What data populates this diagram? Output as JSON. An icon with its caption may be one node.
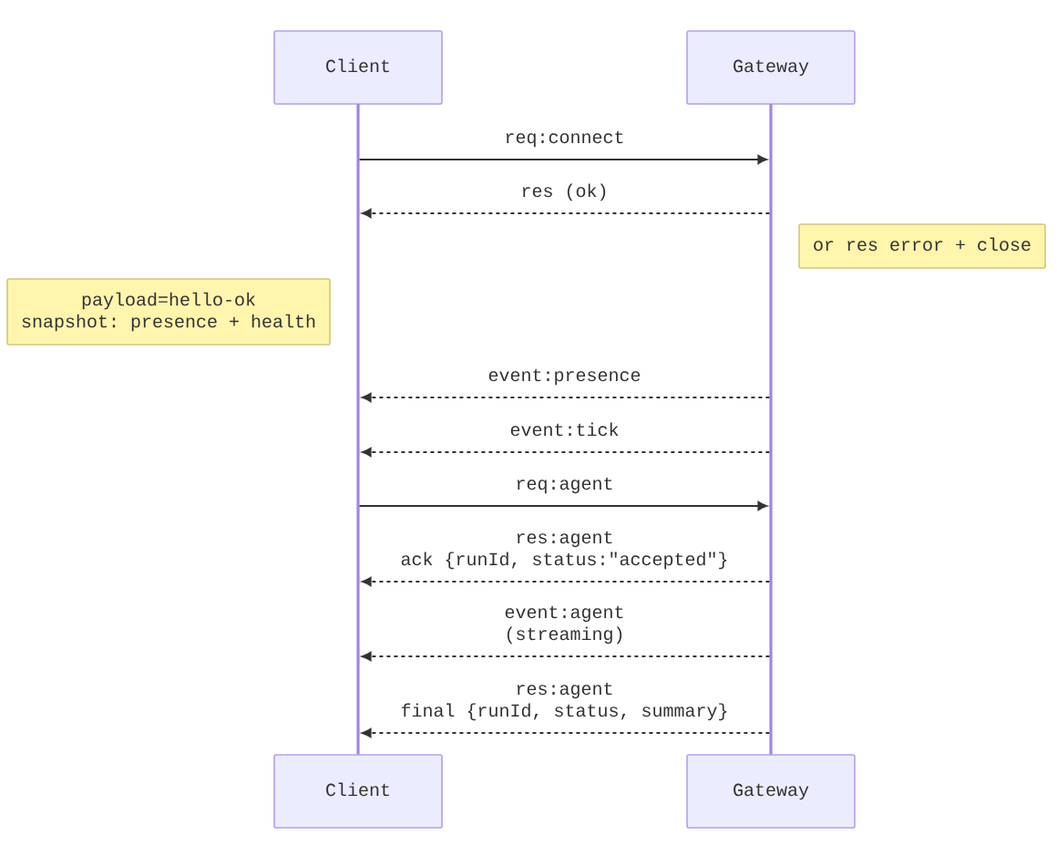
{
  "diagram": {
    "nodes": [
      {
        "text": [
          "Client"
        ]
      },
      {
        "text": [
          "Gateway"
        ]
      },
      {
        "text": [],
        "shape": "line"
      },
      {
        "text": [],
        "shape": "line"
      },
      {
        "text": [
          "or res error + close"
        ]
      },
      {
        "text": [
          "payload=hello-ok snapshot: presence + health"
        ]
      },
      {
        "text": [
          "Client"
        ]
      },
      {
        "text": [
          "Gateway"
        ]
      }
    ],
    "edges": [
      {
        "from": 2,
        "to": 3,
        "arrow": "to",
        "label": "req:connect"
      },
      {
        "from": 3,
        "to": 2,
        "arrow": "to",
        "label": "res (ok)",
        "style": "dashed"
      },
      {
        "from": 3,
        "to": 2,
        "arrow": "to",
        "label": "event:presence",
        "style": "dashed"
      },
      {
        "from": 3,
        "to": 2,
        "arrow": "to",
        "label": "event:tick",
        "style": "dashed"
      },
      {
        "from": 2,
        "to": 3,
        "arrow": "to",
        "label": "req:agent"
      },
      {
        "from": 3,
        "to": 2,
        "arrow": "to",
        "label": "res:agent ack {runId, status:\"accepted\"}",
        "style": "dashed"
      },
      {
        "from": 3,
        "to": 2,
        "arrow": "to",
        "label": "event:agent (streaming)",
        "style": "dashed"
      },
      {
        "from": 3,
        "to": 2,
        "arrow": "to",
        "label": "res:agent final {runId, status, summary}",
        "style": "dashed"
      }
    ]
  }
}
